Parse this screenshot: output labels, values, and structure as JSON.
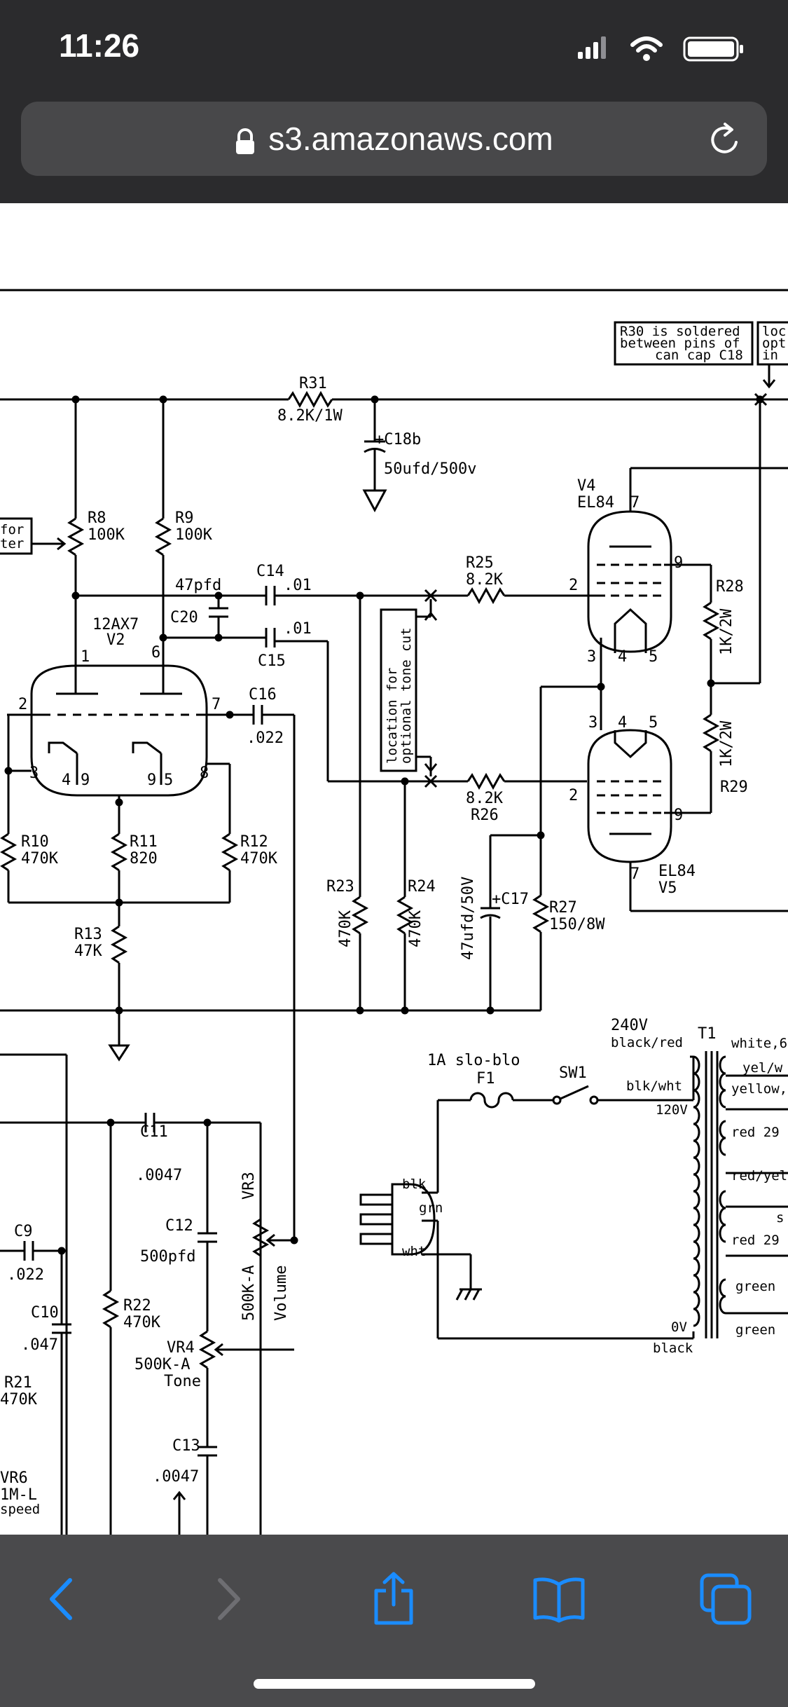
{
  "status_bar": {
    "time": "11:26"
  },
  "browser": {
    "url": "s3.amazonaws.com"
  },
  "icons": {
    "signal": "signal-icon",
    "wifi": "wifi-icon",
    "battery": "battery-icon",
    "lock": "lock-icon",
    "reload": "reload-icon",
    "back": "back-icon",
    "forward": "forward-icon",
    "share": "share-icon",
    "bookmarks": "bookmarks-icon",
    "tabs": "tabs-icon"
  },
  "colors": {
    "chrome": "#2b2b2d",
    "urlbar": "#48484a",
    "toolbar": "#4a4a4c",
    "accent": "#1a8cff"
  },
  "schematic": {
    "note_r30": [
      "R30 is soldered",
      "between pins of",
      "can cap C18"
    ],
    "note_loc": [
      "loc",
      "opt",
      "in"
    ],
    "note_for": [
      "for",
      "ter"
    ],
    "tone_cut_note": [
      "location for",
      "optional tone cut"
    ],
    "parts": {
      "r31": "R31",
      "r31_val": "8.2K/1W",
      "c18b": "+C18b",
      "c18b_val": "50ufd/500v",
      "r8": "R8",
      "r8_val": "100K",
      "r9": "R9",
      "r9_val": "100K",
      "c14": "C14",
      "c14_val": ".01",
      "c20": "C20",
      "c20_val": "47pfd",
      "c15": "C15",
      "c15_val": ".01",
      "c16": "C16",
      "c16_val": ".022",
      "v2_type": "12AX7",
      "v2": "V2",
      "r25": "R25",
      "r25_val": "8.2K",
      "r26": "R26",
      "r26_val": "8.2K",
      "v4": "V4",
      "v4_type": "EL84",
      "v5": "V5",
      "v5_type": "EL84",
      "r28": "R28",
      "r28_val": "1K/2W",
      "r29": "R29",
      "r29_val": "1K/2W",
      "r10": "R10",
      "r10_val": "470K",
      "r11": "R11",
      "r11_val": "820",
      "r12": "R12",
      "r12_val": "470K",
      "r13": "R13",
      "r13_val": "47K",
      "r23": "R23",
      "r23_val": "470K",
      "r24": "R24",
      "r24_val": "470K",
      "c17": "+C17",
      "c17_val": "47ufd/50V",
      "r27": "R27",
      "r27_val": "150/8W",
      "t1": "T1",
      "t1_240": "240V",
      "t1_240_col": "black/red",
      "t1_blkwht": "blk/wht",
      "t1_120": "120V",
      "t1_0v": "0V",
      "t1_black": "black",
      "sec_white": "white,6",
      "sec_yelw": "yel/w",
      "sec_yellow": "yellow,",
      "sec_red1": "red 29",
      "sec_redyel": "red/yel",
      "sec_s": "s",
      "sec_red2": "red 29",
      "sec_green1": "green",
      "sec_green2": "green",
      "f1": "F1",
      "f1_val": "1A slo-blo",
      "sw1": "SW1",
      "plug_blk": "blk",
      "plug_grn": "grn",
      "plug_wht": "wht",
      "c11": "C11",
      "c11_val": ".0047",
      "c9": "C9",
      "c9_val": ".022",
      "c10": "C10",
      "c10_val": ".047",
      "c12": "C12",
      "c12_val": "500pfd",
      "vr3": "VR3",
      "vr3_val": "500K-A",
      "vr3_name": "Volume",
      "vr4": "VR4",
      "vr4_val": "500K-A",
      "vr4_name": "Tone",
      "r22": "R22",
      "r22_val": "470K",
      "r21": "R21",
      "r21_val": "470K",
      "c13": "C13",
      "c13_val": ".0047",
      "vr6": "VR6",
      "vr6_val": "1M-L",
      "vr6_name": "speed"
    },
    "pins": [
      "1",
      "2",
      "3",
      "4",
      "9",
      "9",
      "5",
      "8",
      "6",
      "7",
      "2",
      "9",
      "3",
      "4",
      "5",
      "7",
      "3",
      "4",
      "5",
      "2",
      "9",
      "7"
    ]
  }
}
